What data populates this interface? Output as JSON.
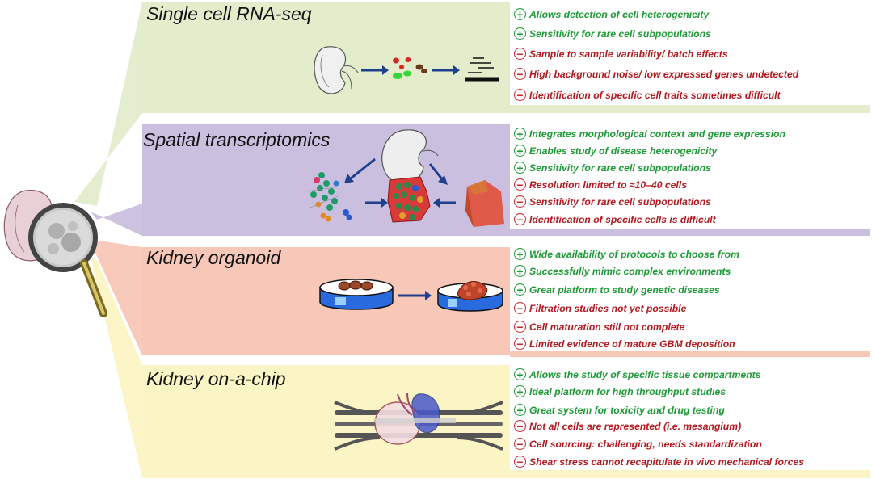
{
  "colors": {
    "pro": "#1d9a36",
    "con": "#b21a1f",
    "panel_scrnaseq": "#e3edcc",
    "panel_spatial": "#cbbfdf",
    "panel_organoid": "#f7c7b8",
    "panel_chip": "#fbf4c4"
  },
  "panels": [
    {
      "title": "Single cell  RNA-seq",
      "points": [
        {
          "type": "pro",
          "text": "Allows detection of cell heterogenicity"
        },
        {
          "type": "pro",
          "text": "Sensitivity for rare cell subpopulations"
        },
        {
          "type": "con",
          "text": "Sample to sample variability/ batch effects"
        },
        {
          "type": "con",
          "text": "High background noise/ low expressed genes undetected"
        },
        {
          "type": "con",
          "text": "Identification of specific cell traits sometimes difficult"
        }
      ]
    },
    {
      "title": "Spatial  transcriptomics",
      "points": [
        {
          "type": "pro",
          "text": "Integrates morphological context and gene expression"
        },
        {
          "type": "pro",
          "text": "Enables study of disease heterogenicity"
        },
        {
          "type": "pro",
          "text": "Sensitivity for rare cell subpopulations"
        },
        {
          "type": "con",
          "text": "Resolution limited to ≈10–40 cells"
        },
        {
          "type": "con",
          "text": "Sensitivity for rare cell subpopulations"
        },
        {
          "type": "con",
          "text": "Identification of specific cells  is difficult"
        }
      ]
    },
    {
      "title": "Kidney organoid",
      "points": [
        {
          "type": "pro",
          "text": "Wide availability of protocols to choose from"
        },
        {
          "type": "pro",
          "text": "Successfully mimic complex environments"
        },
        {
          "type": "pro",
          "text": "Great platform to study genetic diseases"
        },
        {
          "type": "con",
          "text": "Filtration studies not yet possible"
        },
        {
          "type": "con",
          "text": "Cell maturation still not complete"
        },
        {
          "type": "con",
          "text": "Limited evidence of mature GBM deposition"
        }
      ]
    },
    {
      "title": "Kidney on-a-chip",
      "points": [
        {
          "type": "pro",
          "text": "Allows the study of specific tissue compartments"
        },
        {
          "type": "pro",
          "text": "Ideal platform for high throughput studies"
        },
        {
          "type": "pro",
          "text": "Great system for toxicity and drug testing"
        },
        {
          "type": "con",
          "text": "Not all cells are represented (i.e. mesangium)"
        },
        {
          "type": "con",
          "text": "Cell sourcing: challenging, needs standardization"
        },
        {
          "type": "con",
          "text": "Shear stress cannot recapitulate in vivo mechanical forces"
        }
      ]
    }
  ]
}
